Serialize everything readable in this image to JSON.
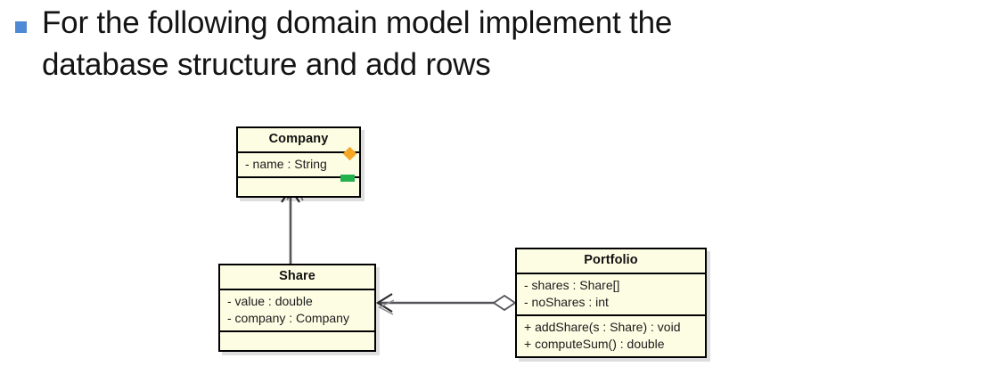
{
  "slide": {
    "bullet": {
      "marker_icon": "square-bullet-icon",
      "marker_color": "#4f88d4",
      "text": "For the following domain model implement the\ndatabase structure and add rows"
    }
  },
  "diagram": {
    "type": "uml-class-diagram",
    "box_fill": "#fdfde4",
    "box_border": "#000000",
    "classes": [
      {
        "id": "company",
        "name": "Company",
        "attributes": [
          "- name : String"
        ],
        "operations": [],
        "markers": [
          {
            "shape": "diamond",
            "color": "#f5a623",
            "name": "company-diamond-marker"
          },
          {
            "shape": "rectangle",
            "color": "#23b14d",
            "name": "company-green-marker"
          }
        ]
      },
      {
        "id": "share",
        "name": "Share",
        "attributes": [
          "- value : double",
          "- company : Company"
        ],
        "operations": []
      },
      {
        "id": "portfolio",
        "name": "Portfolio",
        "attributes": [
          "- shares : Share[]",
          "- noShares : int"
        ],
        "operations": [
          "+ addShare(s : Share) : void",
          "+ computeSum() : double"
        ]
      }
    ],
    "relationships": [
      {
        "id": "share-to-company",
        "kind": "association",
        "from": "share",
        "to": "company",
        "arrow": "open-arrowhead"
      },
      {
        "id": "portfolio-to-share",
        "kind": "aggregation",
        "from": "portfolio",
        "to": "share",
        "arrow": "open-arrowhead",
        "source_decoration": "hollow-diamond"
      }
    ]
  }
}
